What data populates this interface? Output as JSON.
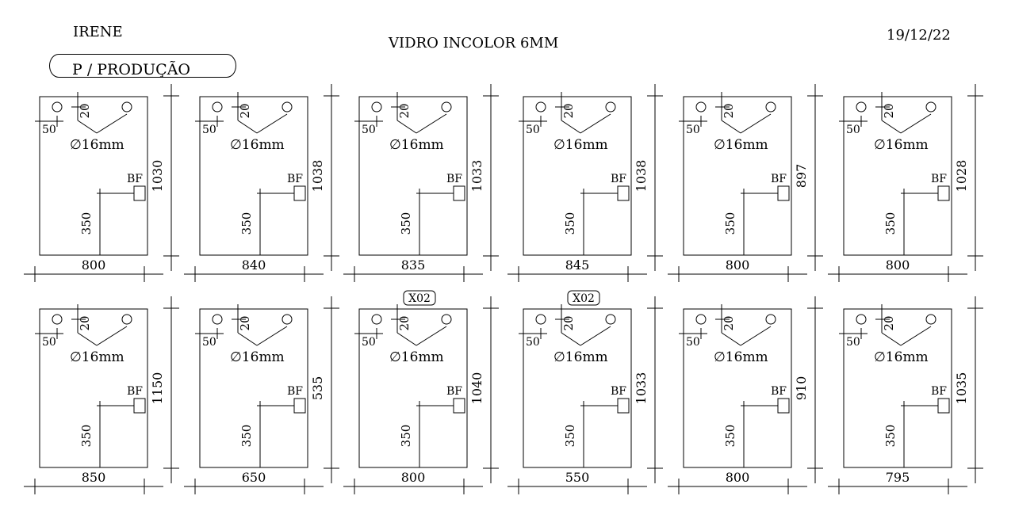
{
  "header": {
    "client": "IRENE",
    "glass_type": "VIDRO INCOLOR 6MM",
    "date": "19/12/22",
    "tag": "P / PRODUÇÃO"
  },
  "common": {
    "hole_spacing_label": "20",
    "edge_offset_label": "50",
    "hole_label": "∅16mm",
    "lock_label": "BF",
    "lock_height_label": "350"
  },
  "panels": [
    {
      "width": "800",
      "height": "1030",
      "qty": ""
    },
    {
      "width": "840",
      "height": "1038",
      "qty": ""
    },
    {
      "width": "835",
      "height": "1033",
      "qty": ""
    },
    {
      "width": "845",
      "height": "1038",
      "qty": ""
    },
    {
      "width": "800",
      "height": "897",
      "qty": ""
    },
    {
      "width": "800",
      "height": "1028",
      "qty": ""
    },
    {
      "width": "850",
      "height": "1150",
      "qty": ""
    },
    {
      "width": "650",
      "height": "535",
      "qty": ""
    },
    {
      "width": "800",
      "height": "1040",
      "qty": "X02"
    },
    {
      "width": "550",
      "height": "1033",
      "qty": "X02"
    },
    {
      "width": "800",
      "height": "910",
      "qty": ""
    },
    {
      "width": "795",
      "height": "1035",
      "qty": ""
    }
  ]
}
